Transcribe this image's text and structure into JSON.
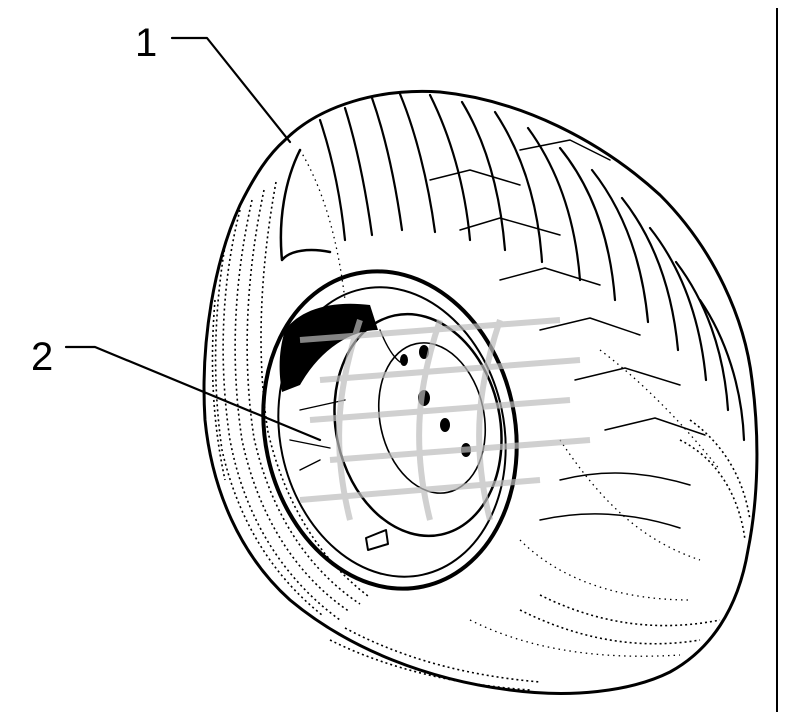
{
  "diagram": {
    "parts": [
      {
        "number": "1",
        "part": "tire"
      },
      {
        "number": "2",
        "part": "rim"
      }
    ],
    "colors": {
      "ink": "#000000",
      "paper": "#ffffff",
      "watermark": "#bdbdbd"
    },
    "icons": [
      "tire-drawing",
      "watermark-logo"
    ]
  }
}
